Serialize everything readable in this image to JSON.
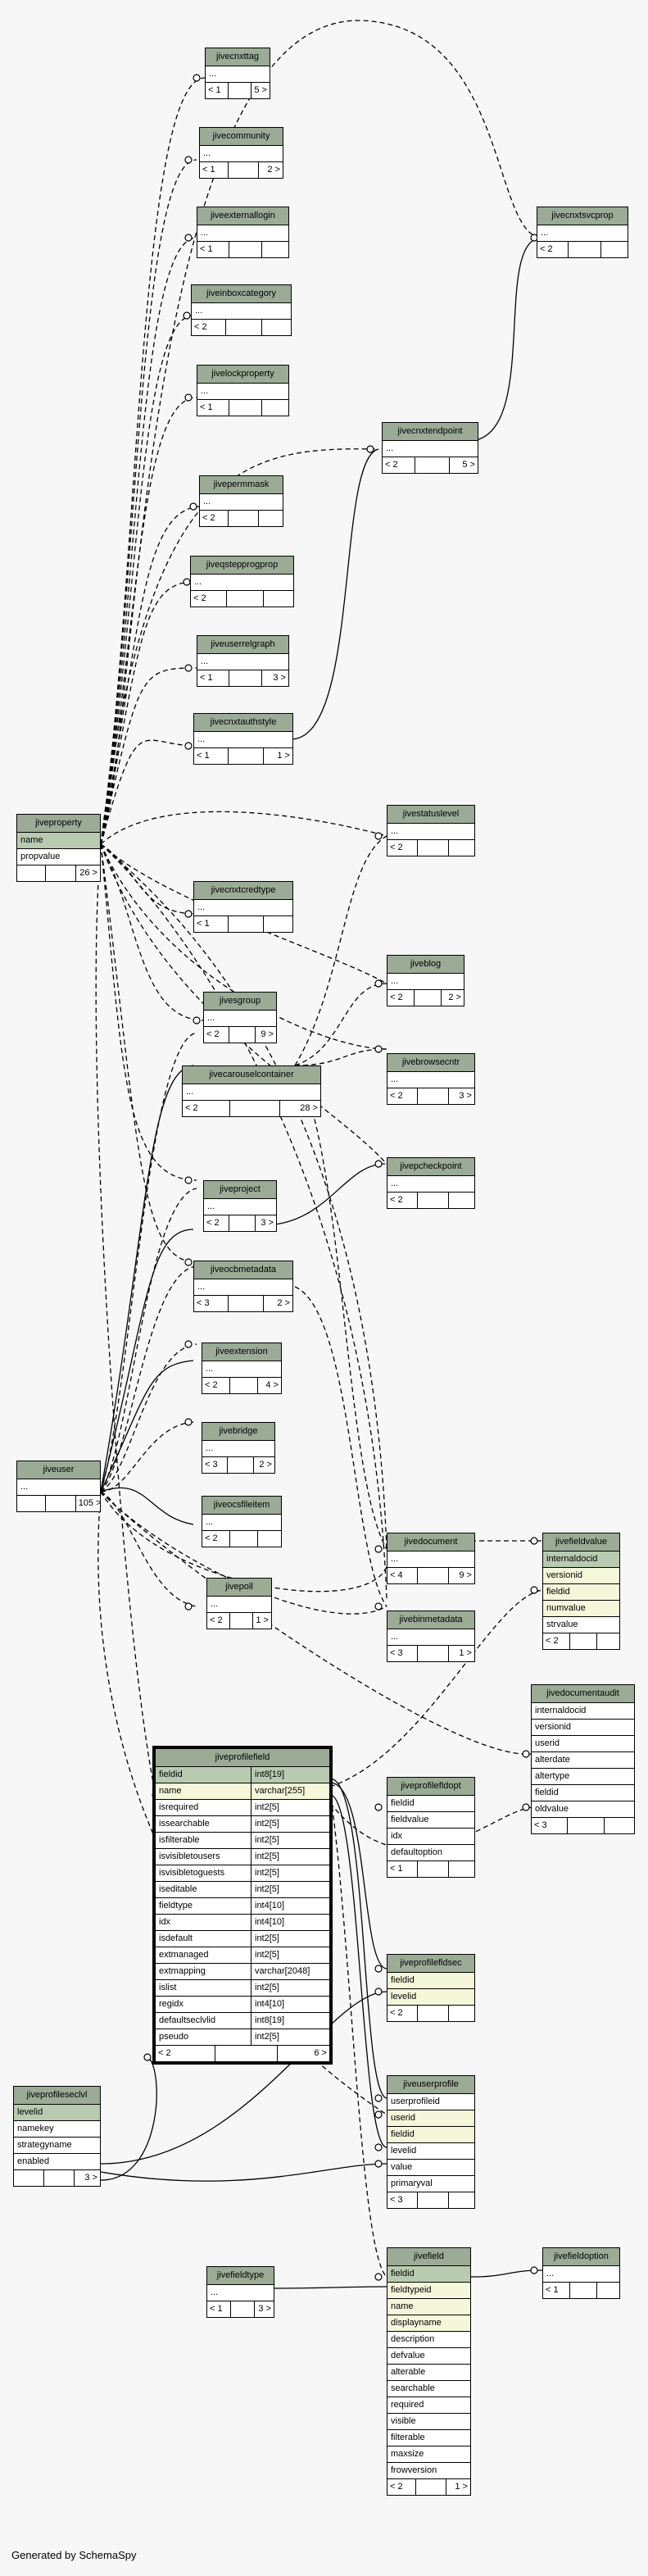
{
  "footer": "Generated by SchemaSpy",
  "tables": [
    {
      "id": "jivecnxttag",
      "name": "jivecnxttag",
      "rows": [
        {
          "text": "..."
        }
      ],
      "stats": [
        "< 1",
        "",
        "5 >"
      ]
    },
    {
      "id": "jivecommunity",
      "name": "jivecommunity",
      "rows": [
        {
          "text": "..."
        }
      ],
      "stats": [
        "< 1",
        "",
        "2 >"
      ]
    },
    {
      "id": "jiveexternallogin",
      "name": "jiveexternallogin",
      "rows": [
        {
          "text": "..."
        }
      ],
      "stats": [
        "< 1",
        "",
        ""
      ]
    },
    {
      "id": "jiveinboxcategory",
      "name": "jiveinboxcategory",
      "rows": [
        {
          "text": "..."
        }
      ],
      "stats": [
        "< 2",
        "",
        ""
      ]
    },
    {
      "id": "jivelockproperty",
      "name": "jivelockproperty",
      "rows": [
        {
          "text": "..."
        }
      ],
      "stats": [
        "< 1",
        "",
        ""
      ]
    },
    {
      "id": "jivecnxtsvcprop",
      "name": "jivecnxtsvcprop",
      "rows": [
        {
          "text": "..."
        }
      ],
      "stats": [
        "< 2",
        "",
        ""
      ]
    },
    {
      "id": "jivecnxtendpoint",
      "name": "jivecnxtendpoint",
      "rows": [
        {
          "text": "..."
        }
      ],
      "stats": [
        "< 2",
        "",
        "5 >"
      ]
    },
    {
      "id": "jivepermmask",
      "name": "jivepermmask",
      "rows": [
        {
          "text": "..."
        }
      ],
      "stats": [
        "< 2",
        "",
        ""
      ]
    },
    {
      "id": "jiveqstepprogprop",
      "name": "jiveqstepprogprop",
      "rows": [
        {
          "text": "..."
        }
      ],
      "stats": [
        "< 2",
        "",
        ""
      ]
    },
    {
      "id": "jiveuserrelgraph",
      "name": "jiveuserrelgraph",
      "rows": [
        {
          "text": "..."
        }
      ],
      "stats": [
        "< 1",
        "",
        "3 >"
      ]
    },
    {
      "id": "jivecnxtauthstyle",
      "name": "jivecnxtauthstyle",
      "rows": [
        {
          "text": "..."
        }
      ],
      "stats": [
        "< 1",
        "",
        "1 >"
      ]
    },
    {
      "id": "jiveproperty",
      "name": "jiveproperty",
      "rows": [
        {
          "text": "name",
          "kind": "key"
        },
        {
          "text": "propvalue"
        }
      ],
      "stats": [
        "",
        "",
        "26 >"
      ]
    },
    {
      "id": "jivestatuslevel",
      "name": "jivestatuslevel",
      "rows": [
        {
          "text": "..."
        }
      ],
      "stats": [
        "< 2",
        "",
        ""
      ]
    },
    {
      "id": "jivecnxtcredtype",
      "name": "jivecnxtcredtype",
      "rows": [
        {
          "text": "..."
        }
      ],
      "stats": [
        "< 1",
        "",
        ""
      ]
    },
    {
      "id": "jiveblog",
      "name": "jiveblog",
      "rows": [
        {
          "text": "..."
        }
      ],
      "stats": [
        "< 2",
        "",
        "2 >"
      ]
    },
    {
      "id": "jivesgroup",
      "name": "jivesgroup",
      "rows": [
        {
          "text": "..."
        }
      ],
      "stats": [
        "< 2",
        "",
        "9 >"
      ]
    },
    {
      "id": "jivebrowsecntr",
      "name": "jivebrowsecntr",
      "rows": [
        {
          "text": "..."
        }
      ],
      "stats": [
        "< 2",
        "",
        "3 >"
      ]
    },
    {
      "id": "jivecarouselcontainer",
      "name": "jivecarouselcontainer",
      "rows": [
        {
          "text": "..."
        }
      ],
      "stats": [
        "< 2",
        "",
        "28 >"
      ]
    },
    {
      "id": "jivepcheckpoint",
      "name": "jivepcheckpoint",
      "rows": [
        {
          "text": "..."
        }
      ],
      "stats": [
        "< 2",
        "",
        ""
      ]
    },
    {
      "id": "jiveproject",
      "name": "jiveproject",
      "rows": [
        {
          "text": "..."
        }
      ],
      "stats": [
        "< 2",
        "",
        "3 >"
      ]
    },
    {
      "id": "jiveocbmetadata",
      "name": "jiveocbmetadata",
      "rows": [
        {
          "text": "..."
        }
      ],
      "stats": [
        "< 3",
        "",
        "2 >"
      ]
    },
    {
      "id": "jiveextension",
      "name": "jiveextension",
      "rows": [
        {
          "text": "..."
        }
      ],
      "stats": [
        "< 2",
        "",
        "4 >"
      ]
    },
    {
      "id": "jiveuser",
      "name": "jiveuser",
      "rows": [
        {
          "text": "..."
        }
      ],
      "stats": [
        "",
        "",
        "105 >"
      ]
    },
    {
      "id": "jivebridge",
      "name": "jivebridge",
      "rows": [
        {
          "text": "..."
        }
      ],
      "stats": [
        "< 3",
        "",
        "2 >"
      ]
    },
    {
      "id": "jiveocsfileitem",
      "name": "jiveocsfileitem",
      "rows": [
        {
          "text": "..."
        }
      ],
      "stats": [
        "< 2",
        "",
        ""
      ]
    },
    {
      "id": "jivedocument",
      "name": "jivedocument",
      "rows": [
        {
          "text": "..."
        }
      ],
      "stats": [
        "< 4",
        "",
        "9 >"
      ]
    },
    {
      "id": "jivefieldvalue",
      "name": "jivefieldvalue",
      "rows": [
        {
          "text": "internaldocid",
          "kind": "key"
        },
        {
          "text": "versionid",
          "kind": "fk"
        },
        {
          "text": "fieldid",
          "kind": "fk"
        },
        {
          "text": "numvalue",
          "kind": "fk"
        },
        {
          "text": "strvalue"
        }
      ],
      "stats": [
        "< 2",
        "",
        ""
      ]
    },
    {
      "id": "jivepoll",
      "name": "jivepoll",
      "rows": [
        {
          "text": "..."
        }
      ],
      "stats": [
        "< 2",
        "",
        "1 >"
      ]
    },
    {
      "id": "jivebinmetadata",
      "name": "jivebinmetadata",
      "rows": [
        {
          "text": "..."
        }
      ],
      "stats": [
        "< 3",
        "",
        "1 >"
      ]
    },
    {
      "id": "jivedocumentaudit",
      "name": "jivedocumentaudit",
      "rows": [
        {
          "text": "internaldocid"
        },
        {
          "text": "versionid"
        },
        {
          "text": "userid"
        },
        {
          "text": "alterdate"
        },
        {
          "text": "altertype"
        },
        {
          "text": "fieldid"
        },
        {
          "text": "oldvalue"
        }
      ],
      "stats": [
        "< 3",
        "",
        ""
      ]
    },
    {
      "id": "jiveprofilefield",
      "name": "jiveprofilefield",
      "focus": true,
      "rows": [
        {
          "text": "fieldid",
          "type": "int8[19]",
          "kind": "key"
        },
        {
          "text": "name",
          "type": "varchar[255]",
          "kind": "fk"
        },
        {
          "text": "isrequired",
          "type": "int2[5]"
        },
        {
          "text": "issearchable",
          "type": "int2[5]"
        },
        {
          "text": "isfilterable",
          "type": "int2[5]"
        },
        {
          "text": "isvisibletousers",
          "type": "int2[5]"
        },
        {
          "text": "isvisibletoguests",
          "type": "int2[5]"
        },
        {
          "text": "iseditable",
          "type": "int2[5]"
        },
        {
          "text": "fieldtype",
          "type": "int4[10]"
        },
        {
          "text": "idx",
          "type": "int4[10]"
        },
        {
          "text": "isdefault",
          "type": "int2[5]"
        },
        {
          "text": "extmanaged",
          "type": "int2[5]"
        },
        {
          "text": "extmapping",
          "type": "varchar[2048]"
        },
        {
          "text": "islist",
          "type": "int2[5]"
        },
        {
          "text": "regidx",
          "type": "int4[10]"
        },
        {
          "text": "defaultseclvlid",
          "type": "int8[19]"
        },
        {
          "text": "pseudo",
          "type": "int2[5]"
        }
      ],
      "stats": [
        "< 2",
        "",
        "6 >"
      ]
    },
    {
      "id": "jiveprofilefldopt",
      "name": "jiveprofilefldopt",
      "rows": [
        {
          "text": "fieldid"
        },
        {
          "text": "fieldvalue"
        },
        {
          "text": "idx"
        },
        {
          "text": "defaultoption"
        }
      ],
      "stats": [
        "< 1",
        "",
        ""
      ]
    },
    {
      "id": "jiveprofilefldsec",
      "name": "jiveprofilefldsec",
      "rows": [
        {
          "text": "fieldid",
          "kind": "fk"
        },
        {
          "text": "levelid",
          "kind": "fk"
        }
      ],
      "stats": [
        "< 2",
        "",
        ""
      ]
    },
    {
      "id": "jiveprofileseclvl",
      "name": "jiveprofileseclvl",
      "rows": [
        {
          "text": "levelid",
          "kind": "key"
        },
        {
          "text": "namekey"
        },
        {
          "text": "strategyname"
        },
        {
          "text": "enabled"
        }
      ],
      "stats": [
        "",
        "",
        "3 >"
      ]
    },
    {
      "id": "jiveuserprofile",
      "name": "jiveuserprofile",
      "rows": [
        {
          "text": "userprofileid"
        },
        {
          "text": "userid",
          "kind": "fk"
        },
        {
          "text": "fieldid",
          "kind": "fk"
        },
        {
          "text": "levelid"
        },
        {
          "text": "value"
        },
        {
          "text": "primaryval"
        }
      ],
      "stats": [
        "< 3",
        "",
        ""
      ]
    },
    {
      "id": "jivefieldtype",
      "name": "jivefieldtype",
      "rows": [
        {
          "text": "..."
        }
      ],
      "stats": [
        "< 1",
        "",
        "3 >"
      ]
    },
    {
      "id": "jivefield",
      "name": "jivefield",
      "rows": [
        {
          "text": "fieldid",
          "kind": "key"
        },
        {
          "text": "fieldtypeid",
          "kind": "fk"
        },
        {
          "text": "name",
          "kind": "fk"
        },
        {
          "text": "displayname",
          "kind": "fk"
        },
        {
          "text": "description"
        },
        {
          "text": "defvalue"
        },
        {
          "text": "alterable"
        },
        {
          "text": "searchable"
        },
        {
          "text": "required"
        },
        {
          "text": "visible"
        },
        {
          "text": "filterable"
        },
        {
          "text": "maxsize"
        },
        {
          "text": "frowversion"
        }
      ],
      "stats": [
        "< 2",
        "",
        "1 >"
      ]
    },
    {
      "id": "jivefieldoption",
      "name": "jivefieldoption",
      "rows": [
        {
          "text": "..."
        }
      ],
      "stats": [
        "< 1",
        "",
        ""
      ]
    }
  ]
}
